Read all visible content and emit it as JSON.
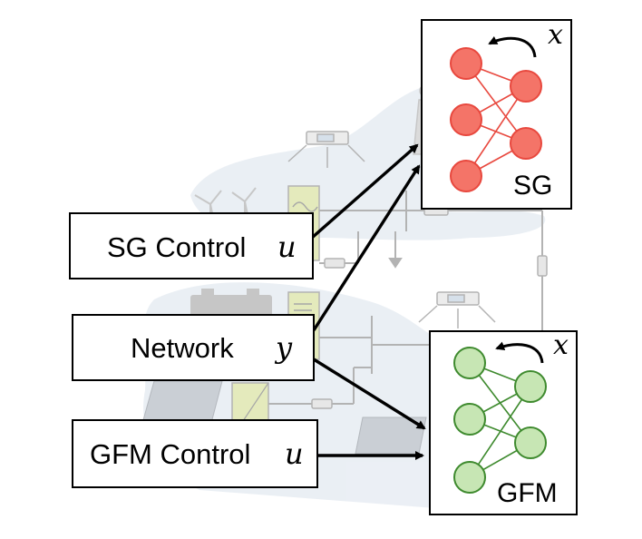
{
  "inputs": [
    {
      "id": "sg-control",
      "label": "SG Control",
      "symbol": "u"
    },
    {
      "id": "network",
      "label": "Network",
      "symbol": "y"
    },
    {
      "id": "gfm-control",
      "label": "GFM Control",
      "symbol": "u"
    }
  ],
  "models": [
    {
      "id": "sg",
      "label": "SG",
      "state_symbol": "x",
      "color": "#e8483e",
      "fill": "#f47468"
    },
    {
      "id": "gfm",
      "label": "GFM",
      "state_symbol": "x",
      "color": "#3e8a2e",
      "fill": "#c7e6b4"
    }
  ],
  "colors": {
    "arrow": "#000000",
    "background_blob": "#e4eaf1",
    "schematic": "#8f8f8f",
    "converter_fill": "#dbe4a6"
  }
}
